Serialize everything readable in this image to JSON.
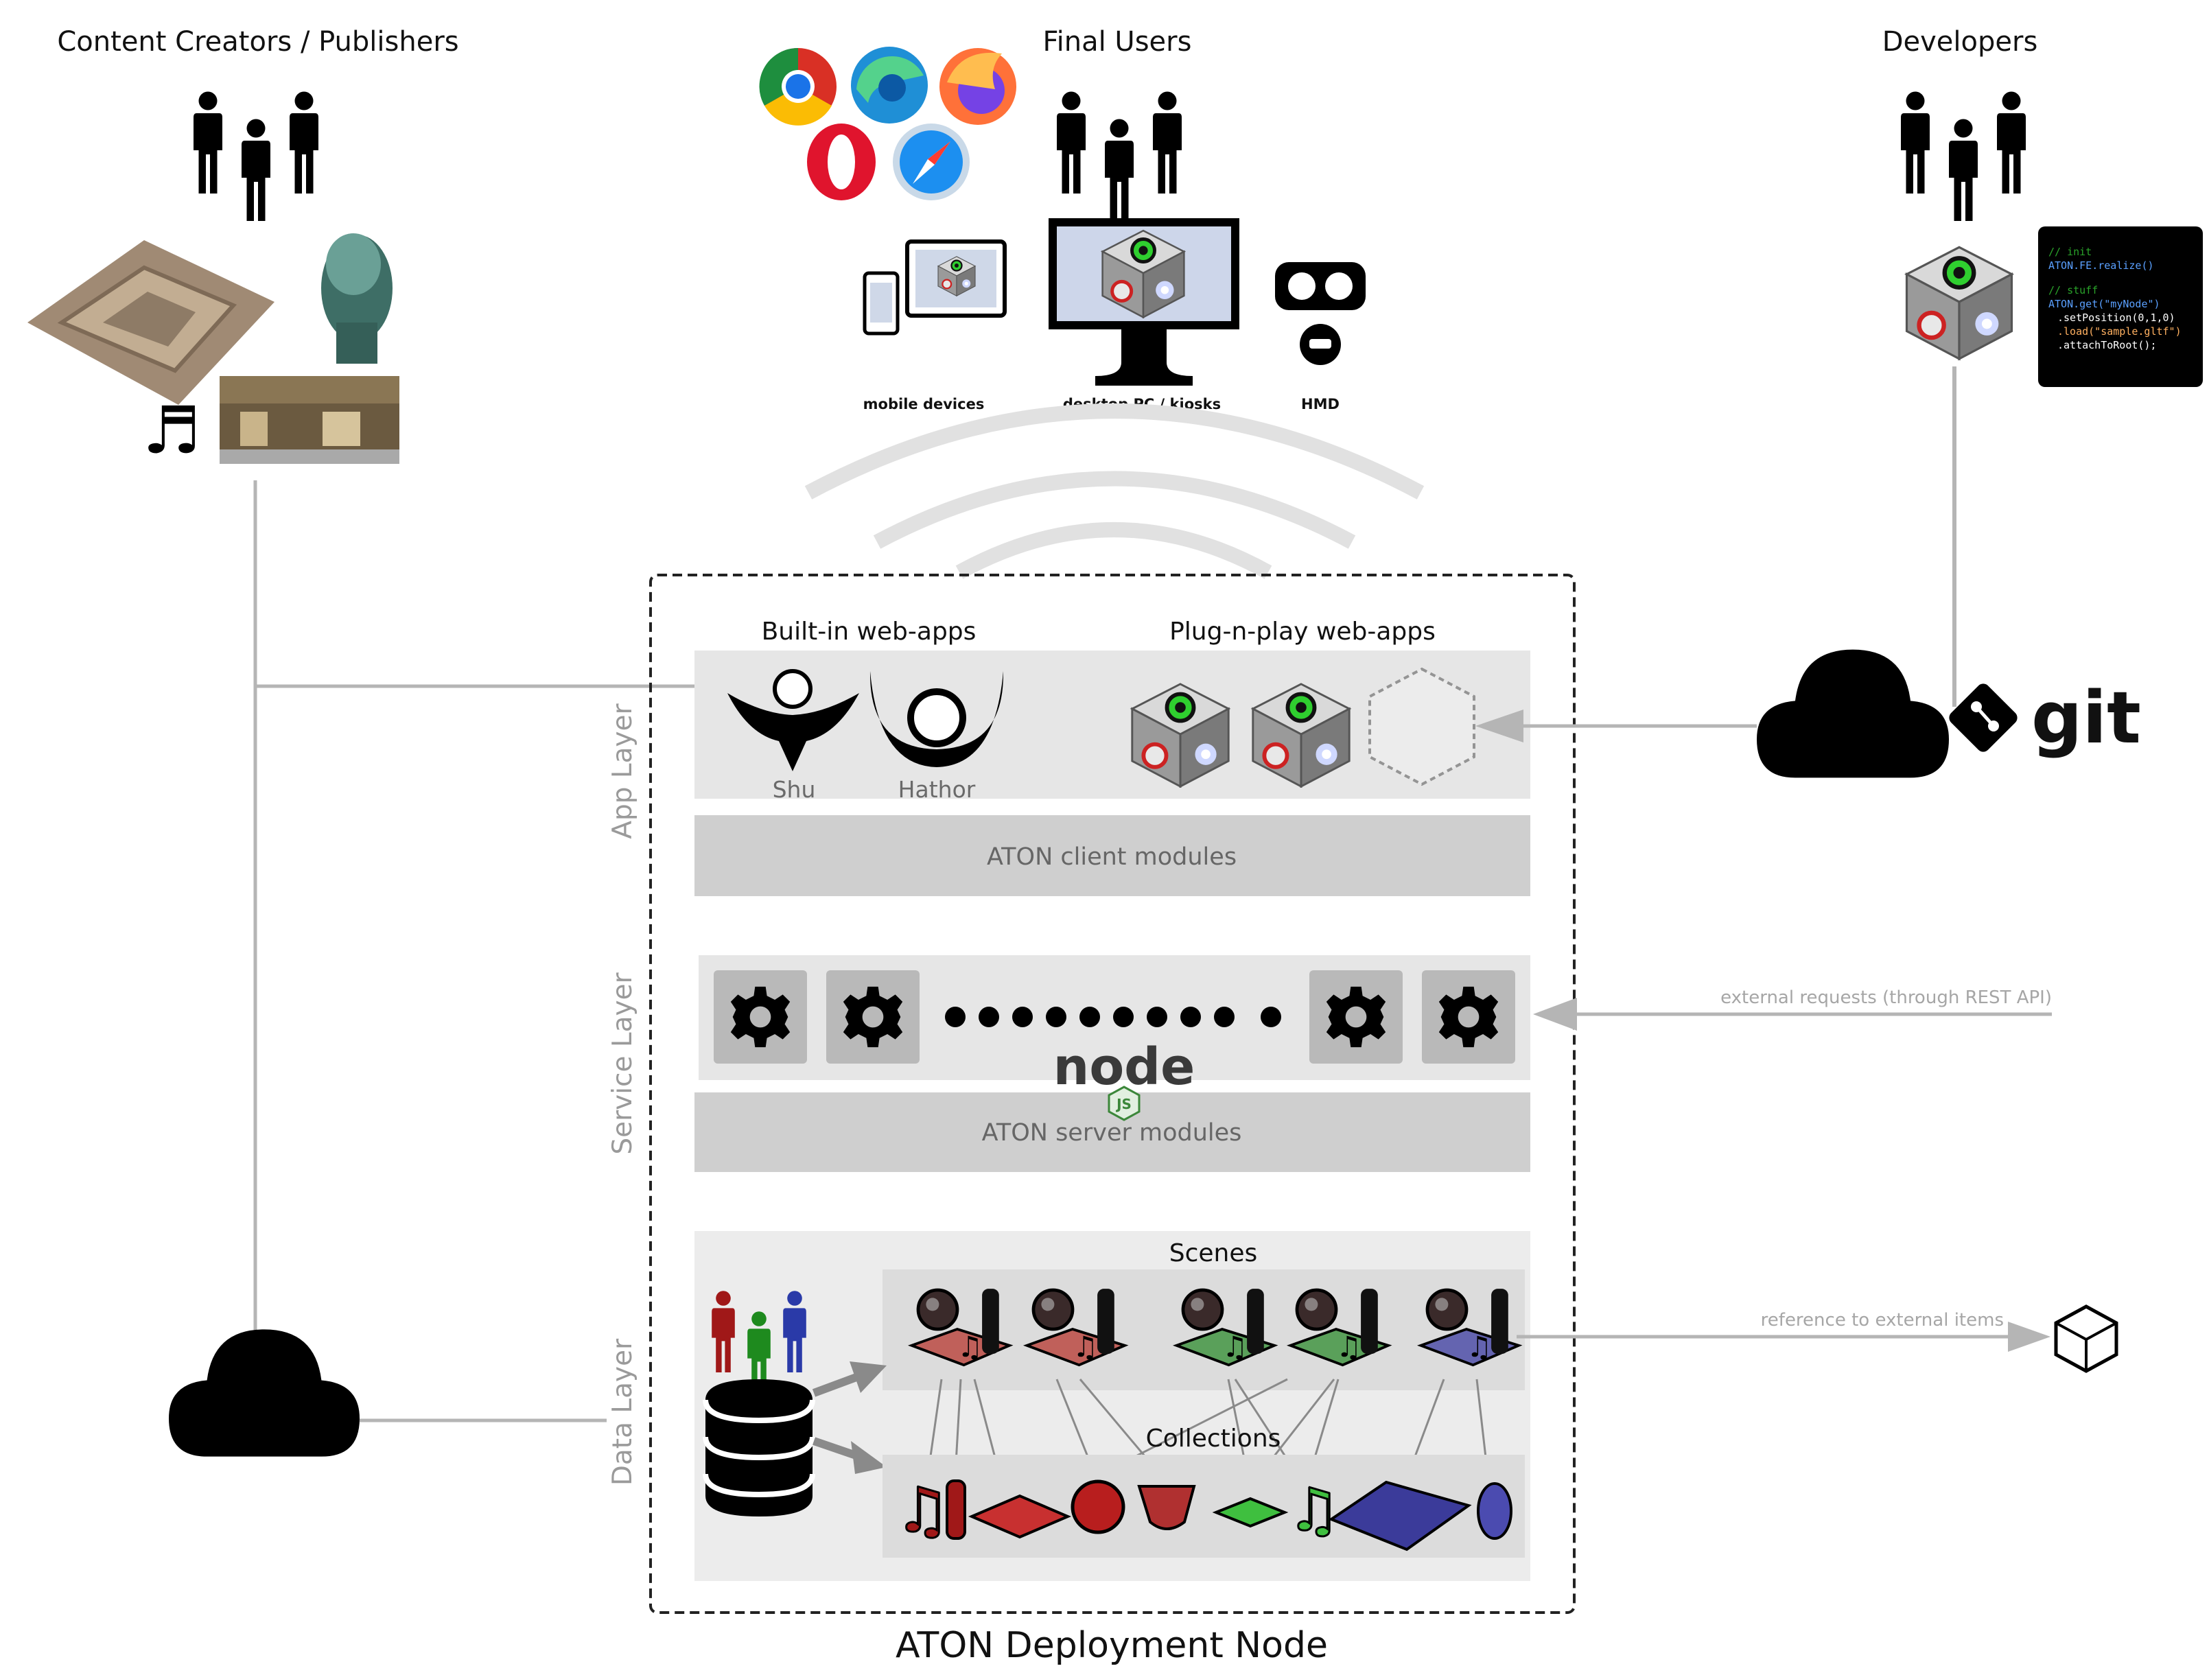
{
  "roles": {
    "content_creators": "Content Creators / Publishers",
    "final_users": "Final Users",
    "developers": "Developers"
  },
  "devices": {
    "mobile": "mobile devices",
    "desktop": "desktop PC / kiosks",
    "hmd": "HMD"
  },
  "app_layer": {
    "layer_label": "App Layer",
    "builtin_title": "Built-in web-apps",
    "plugnplay_title": "Plug-n-play web-apps",
    "shu": "Shu",
    "hathor": "Hathor",
    "client_modules": "ATON client modules"
  },
  "service_layer": {
    "layer_label": "Service Layer",
    "server_modules": "ATON server modules",
    "nodejs_logo": "node",
    "nodejs_badge": "JS"
  },
  "data_layer": {
    "layer_label": "Data Layer",
    "scenes": "Scenes",
    "collections": "Collections"
  },
  "external": {
    "rest": "external requests (through REST API)",
    "reference": "reference to external items"
  },
  "git_logo": "git",
  "deployment_node": "ATON Deployment Node",
  "code_snippet": {
    "line1": "// init",
    "line2": "ATON.FE.realize()",
    "line3": "// stuff",
    "line4": "ATON.get(\"myNode\")",
    "line5": ".setPosition(0,1,0)",
    "line6": ".load(\"sample.gltf\")",
    "line7": ".attachToRoot();"
  },
  "colors": {
    "panel_bg": "#e6e6e6",
    "module_bg": "#cfcfcf",
    "connector": "#b5b5b5",
    "gear_box": "#b9b9b9",
    "scene_red": "#d65555",
    "scene_green": "#4cae4c",
    "scene_blue": "#4a4ab0"
  }
}
